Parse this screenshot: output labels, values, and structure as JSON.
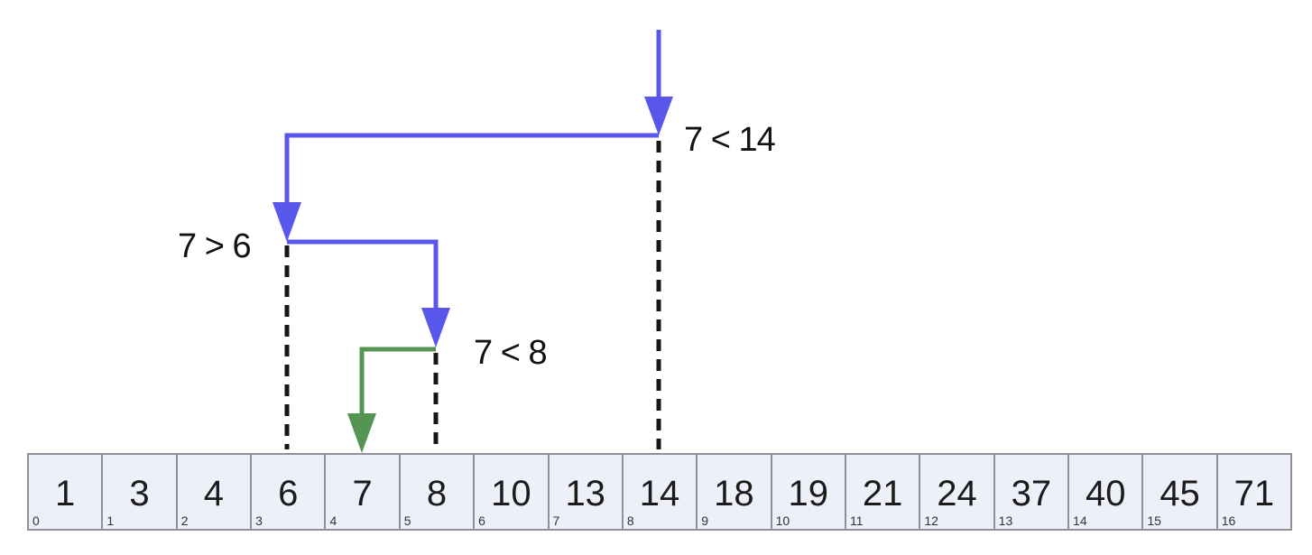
{
  "comparisons": [
    {
      "label": "7 < 14",
      "at_index": 8
    },
    {
      "label": "7 > 6",
      "at_index": 3
    },
    {
      "label": "7 < 8",
      "at_index": 5
    }
  ],
  "found": {
    "index": 4,
    "value": 7
  },
  "array": {
    "cells": [
      {
        "index": 0,
        "value": 1
      },
      {
        "index": 1,
        "value": 3
      },
      {
        "index": 2,
        "value": 4
      },
      {
        "index": 3,
        "value": 6
      },
      {
        "index": 4,
        "value": 7
      },
      {
        "index": 5,
        "value": 8
      },
      {
        "index": 6,
        "value": 10
      },
      {
        "index": 7,
        "value": 13
      },
      {
        "index": 8,
        "value": 14
      },
      {
        "index": 9,
        "value": 18
      },
      {
        "index": 10,
        "value": 19
      },
      {
        "index": 11,
        "value": 21
      },
      {
        "index": 12,
        "value": 24
      },
      {
        "index": 13,
        "value": 37
      },
      {
        "index": 14,
        "value": 40
      },
      {
        "index": 15,
        "value": 45
      },
      {
        "index": 16,
        "value": 71
      }
    ]
  },
  "colors": {
    "arrow-blue": "#5956EC",
    "arrow-green": "#549554",
    "dashed-line": "#161616",
    "label-text": "#111111",
    "cell-bg": "#EDEFF9",
    "cell-border": "#90909A",
    "value-text": "#1B1B1B",
    "index-text": "#333333"
  }
}
